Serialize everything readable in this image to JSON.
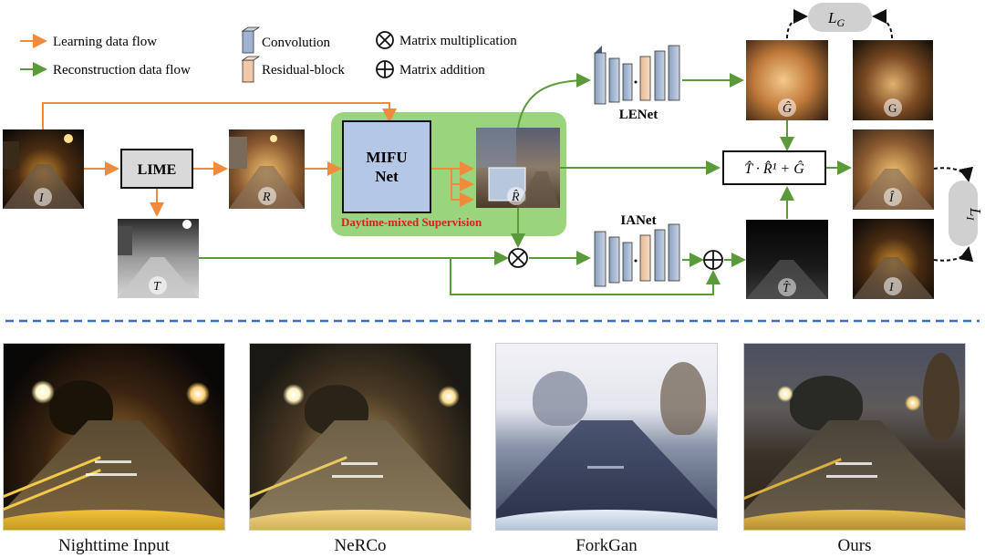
{
  "legend": {
    "learning_flow": "Learning data flow",
    "reconstruction_flow": "Reconstruction data flow",
    "convolution": "Convolution",
    "residual_block": "Residual-block",
    "matrix_multiplication": "Matrix multiplication",
    "matrix_addition": "Matrix addition"
  },
  "blocks": {
    "lime": "LIME",
    "mifu_line1": "MIFU",
    "mifu_line2": "Net",
    "supervision": "Daytime-mixed Supervision",
    "lenet": "LENet",
    "ianet": "IANet",
    "formula": "T̂ · R̂¹ + Ĝ",
    "loss_g": "L",
    "loss_g_sub": "G",
    "loss_i": "L",
    "loss_i_sub": "I"
  },
  "image_labels": {
    "input": "I",
    "reflectance": "R",
    "illumination": "T",
    "r_hat": "R̂",
    "g_hat": "Ĝ",
    "g": "G",
    "i_hat": "Î",
    "t_hat": "T̂",
    "i": "I"
  },
  "captions": {
    "nighttime": "Nighttime Input",
    "nerco": "NeRCo",
    "forkgan": "ForkGan",
    "ours": "Ours"
  },
  "colors": {
    "learning": "#f08a3c",
    "reconstruction": "#5a9a3a",
    "divider": "#3a6fc4",
    "supervision_bg": "#8fcf6e",
    "supervision_text": "#d62020",
    "mifu_fill": "#b4c7e7",
    "lime_fill": "#d9d9d9",
    "loss_fill": "#d0d0d0"
  }
}
